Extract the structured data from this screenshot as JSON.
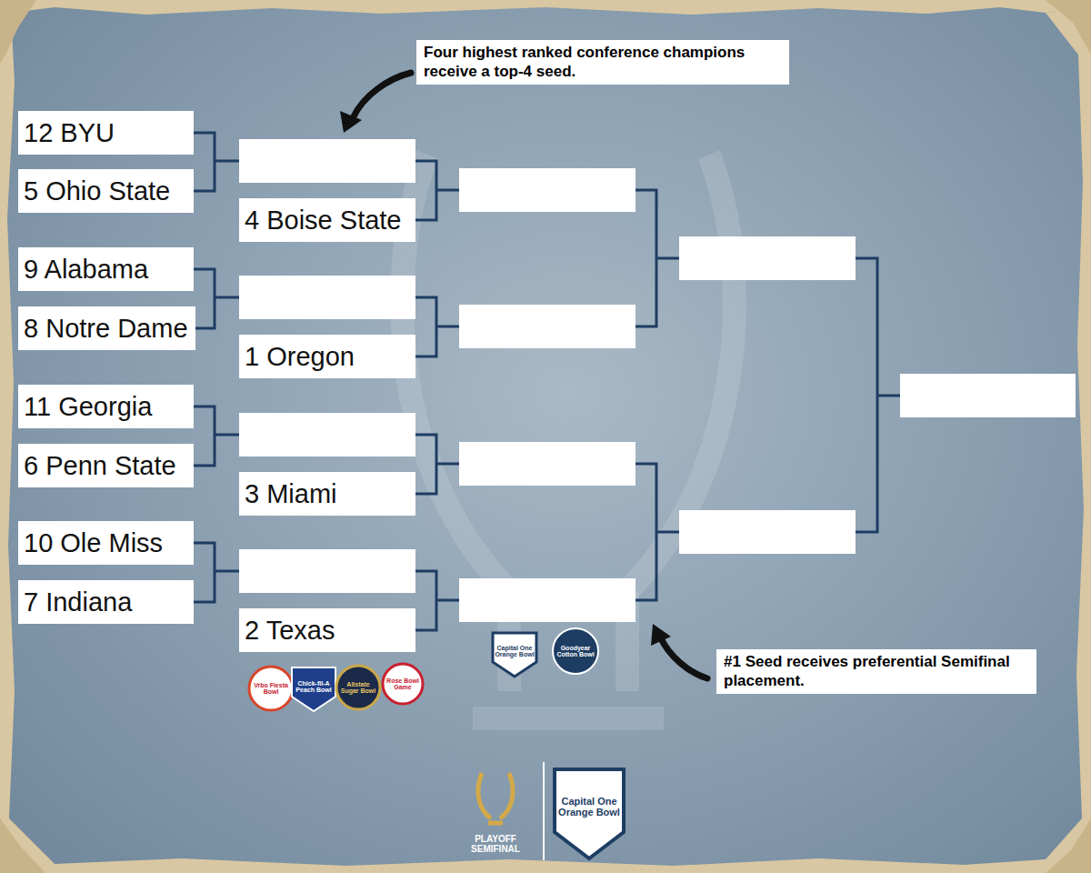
{
  "diagram": {
    "nodes": [
      {
        "text": [
          "Four highest ranked conference champions receive a top-4 seed."
        ]
      },
      {
        "text": [
          "12 BYU"
        ]
      },
      {
        "text": [
          "5 Ohio State"
        ]
      },
      {
        "text": [
          "4 Boise State"
        ]
      },
      {
        "text": [
          "9 Alabama"
        ]
      },
      {
        "text": [
          "8 Notre Dame"
        ]
      },
      {
        "text": [
          "1 Oregon"
        ]
      },
      {
        "text": [
          "11 Georgia"
        ]
      },
      {
        "text": [
          "6 Penn State"
        ]
      },
      {
        "text": [
          "3 Miami"
        ]
      },
      {
        "text": [
          "10 Ole Miss"
        ]
      },
      {
        "text": [
          "7 Indiana"
        ]
      },
      {
        "text": [
          "2 Texas"
        ]
      },
      {
        "text": [
          "#1 Seed receives preferential Semifinal placement."
        ]
      }
    ],
    "labels": [
      "Vrbo Fiesta Bowl",
      "Chick-fil-A Peach Bowl",
      "Allstate Sugar Bowl",
      "Rose Bowl Game",
      "Capital One Orange Bowl",
      "Goodyear Cotton Bowl",
      "PLAYOFF SEMIFINAL",
      "Capital One Orange Bowl"
    ]
  }
}
